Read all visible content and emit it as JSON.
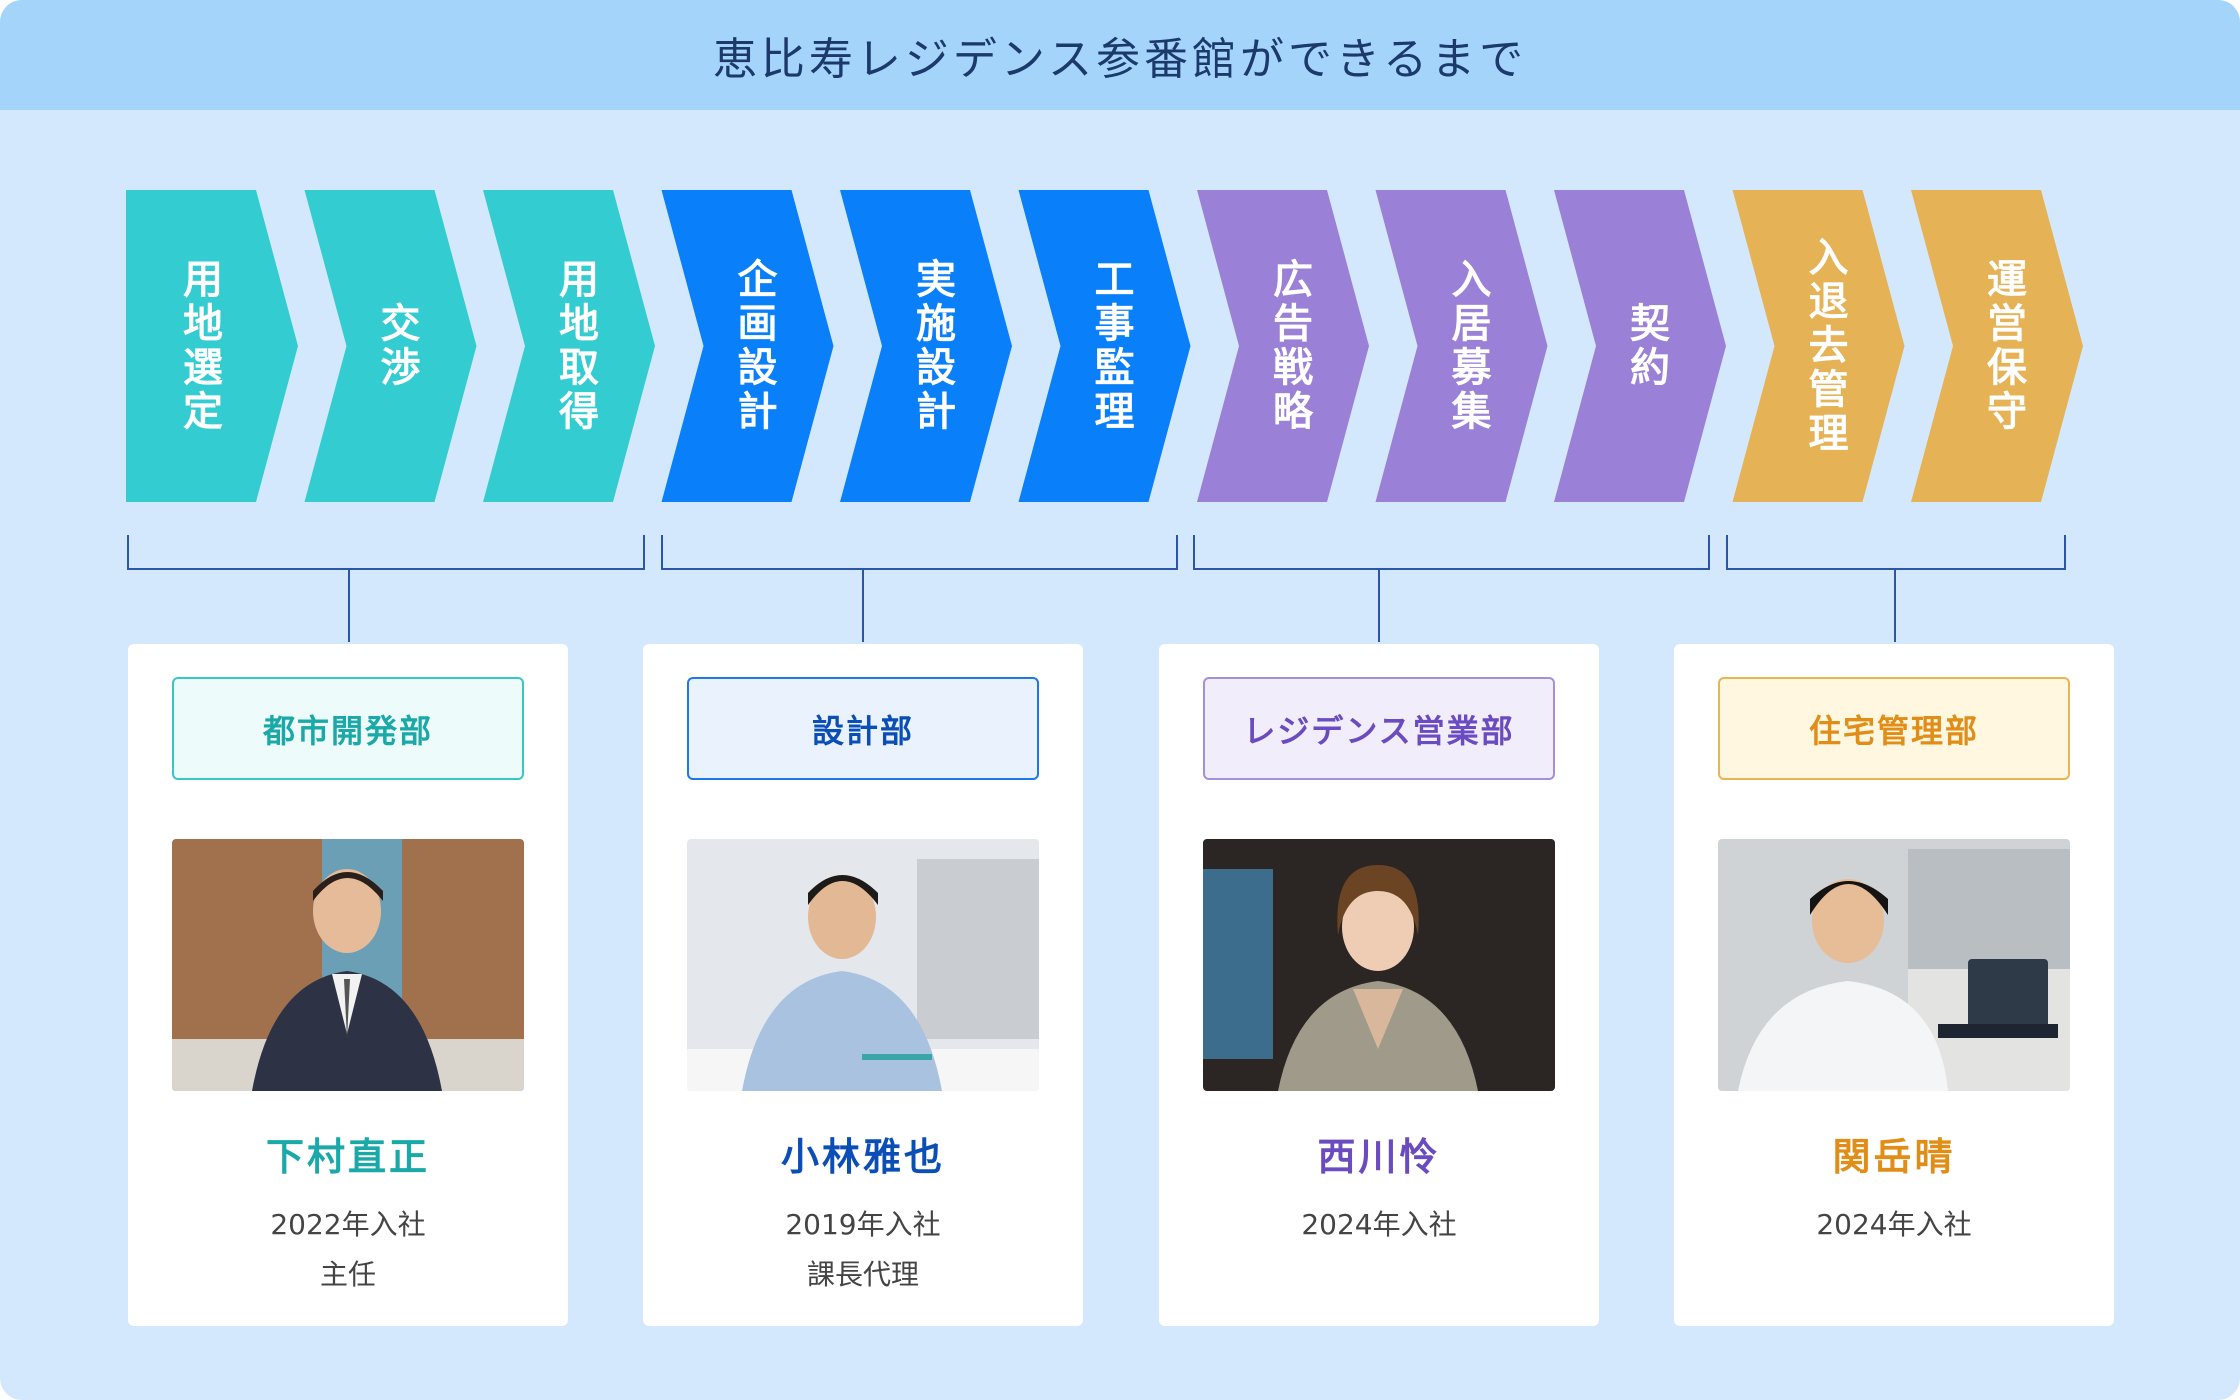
{
  "title": "恵比寿レジデンス参番館ができるまで",
  "colors": {
    "teal": "#33ccd1",
    "blue": "#0a7ffa",
    "purple": "#9a80d6",
    "gold": "#e5b255",
    "line": "#2b56a8"
  },
  "steps": [
    {
      "label": "用地選定",
      "group": 0
    },
    {
      "label": "交渉",
      "group": 0
    },
    {
      "label": "用地取得",
      "group": 0
    },
    {
      "label": "企画設計",
      "group": 1
    },
    {
      "label": "実施設計",
      "group": 1
    },
    {
      "label": "工事監理",
      "group": 1
    },
    {
      "label": "広告戦略",
      "group": 2
    },
    {
      "label": "入居募集",
      "group": 2
    },
    {
      "label": "契約",
      "group": 2
    },
    {
      "label": "入退去管理",
      "group": 3
    },
    {
      "label": "運営保守",
      "group": 3
    }
  ],
  "departments": [
    {
      "dept": "都市開発部",
      "name": "下村直正",
      "year": "2022年入社",
      "role": "主任",
      "accent": "#1aa8a8",
      "border": "#39c6c9",
      "bg": "#eefbfb",
      "photo_icon": "person-photo"
    },
    {
      "dept": "設計部",
      "name": "小林雅也",
      "year": "2019年入社",
      "role": "課長代理",
      "accent": "#0b4fb6",
      "border": "#1d79e6",
      "bg": "#eaf3fd",
      "photo_icon": "person-photo"
    },
    {
      "dept": "レジデンス営業部",
      "name": "西川怜",
      "year": "2024年入社",
      "role": "",
      "accent": "#6a4cc0",
      "border": "#a58fd9",
      "bg": "#f1edfb",
      "photo_icon": "person-photo"
    },
    {
      "dept": "住宅管理部",
      "name": "関岳晴",
      "year": "2024年入社",
      "role": "",
      "accent": "#e08e18",
      "border": "#e9b550",
      "bg": "#fff7e0",
      "photo_icon": "person-photo"
    }
  ]
}
